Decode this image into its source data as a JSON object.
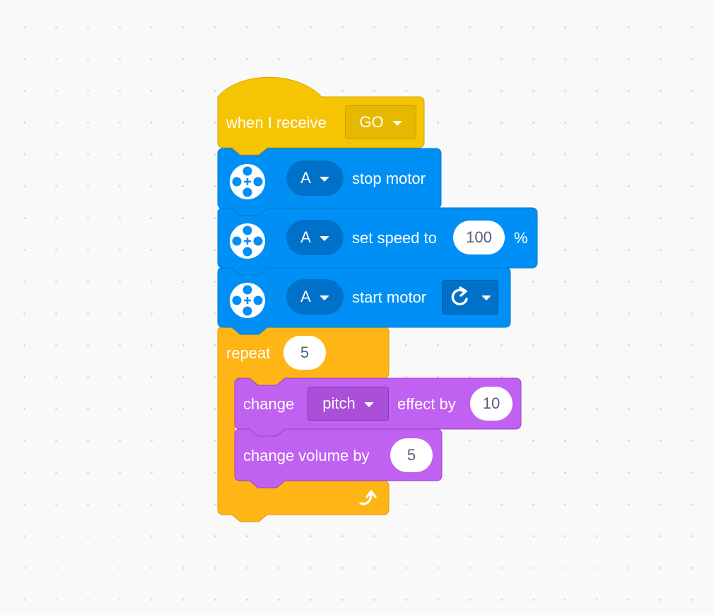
{
  "colors": {
    "events": "#f5c402",
    "events_dark": "#d4a800",
    "motor": "#0090f5",
    "motor_dark": "#0077cc",
    "control": "#ffb515",
    "control_dark": "#d99a10",
    "sound": "#c061f1",
    "sound_dark": "#9c43cb"
  },
  "script": {
    "hat": {
      "label": "when I receive",
      "message": "GO"
    },
    "stop_motor": {
      "port": "A",
      "label": "stop motor",
      "icon": "motor-icon"
    },
    "set_speed": {
      "port": "A",
      "label": "set speed to",
      "value": "100",
      "unit": "%",
      "icon": "motor-icon"
    },
    "start_motor": {
      "port": "A",
      "label": "start motor",
      "direction_icon": "clockwise-arrow-icon",
      "icon": "motor-icon"
    },
    "repeat": {
      "label": "repeat",
      "count": "5",
      "loop_icon": "loop-arrow-icon"
    },
    "change_effect": {
      "label": "change",
      "effect": "pitch",
      "label2": "effect by",
      "value": "10"
    },
    "change_volume": {
      "label": "change volume by",
      "value": "5"
    }
  }
}
